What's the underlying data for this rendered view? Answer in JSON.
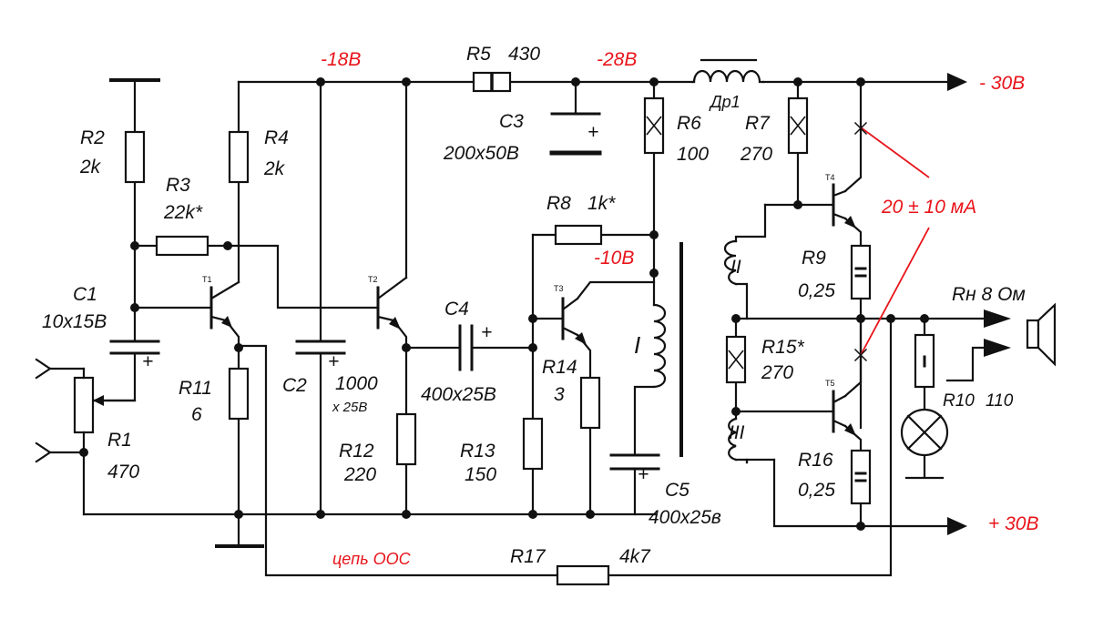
{
  "rails": {
    "v18": "-18В",
    "v28": "-28В",
    "v10": "-10В",
    "neg30": "- 30В",
    "pos30": "+ 30В",
    "bias": "20 ± 10 мА"
  },
  "resistors": [
    {
      "id": "R1",
      "value": "470"
    },
    {
      "id": "R2",
      "value": "2k"
    },
    {
      "id": "R3",
      "value": "22k*"
    },
    {
      "id": "R4",
      "value": "2k"
    },
    {
      "id": "R5",
      "value": "430"
    },
    {
      "id": "R6",
      "value": "100"
    },
    {
      "id": "R7",
      "value": "270"
    },
    {
      "id": "R8",
      "value": "1k*"
    },
    {
      "id": "R9",
      "value": "0,25"
    },
    {
      "id": "R10",
      "value": "110"
    },
    {
      "id": "R11",
      "value": "6"
    },
    {
      "id": "R12",
      "value": "220"
    },
    {
      "id": "R13",
      "value": "150"
    },
    {
      "id": "R14",
      "value": "3"
    },
    {
      "id": "R15",
      "id_print": "R15*",
      "value": "270"
    },
    {
      "id": "R16",
      "value": "0,25"
    },
    {
      "id": "R17",
      "value": "4k7"
    }
  ],
  "capacitors": [
    {
      "id": "C1",
      "value": "10x15В"
    },
    {
      "id": "C2",
      "value_a": "1000",
      "value_b": "x 25В"
    },
    {
      "id": "C3",
      "value": "200x50В"
    },
    {
      "id": "C4",
      "value": "400x25В"
    },
    {
      "id": "C5",
      "value": "400x25в"
    }
  ],
  "transistors": [
    "T1",
    "T2",
    "T3",
    "T4",
    "T5"
  ],
  "choke": "Др1",
  "windings": [
    "I",
    "II",
    "III"
  ],
  "load": "Rн 8 Ом",
  "feedback": "цепь ООС",
  "polarity": "+",
  "colors": {
    "wire": "#111111",
    "annotation": "#e8141b"
  }
}
